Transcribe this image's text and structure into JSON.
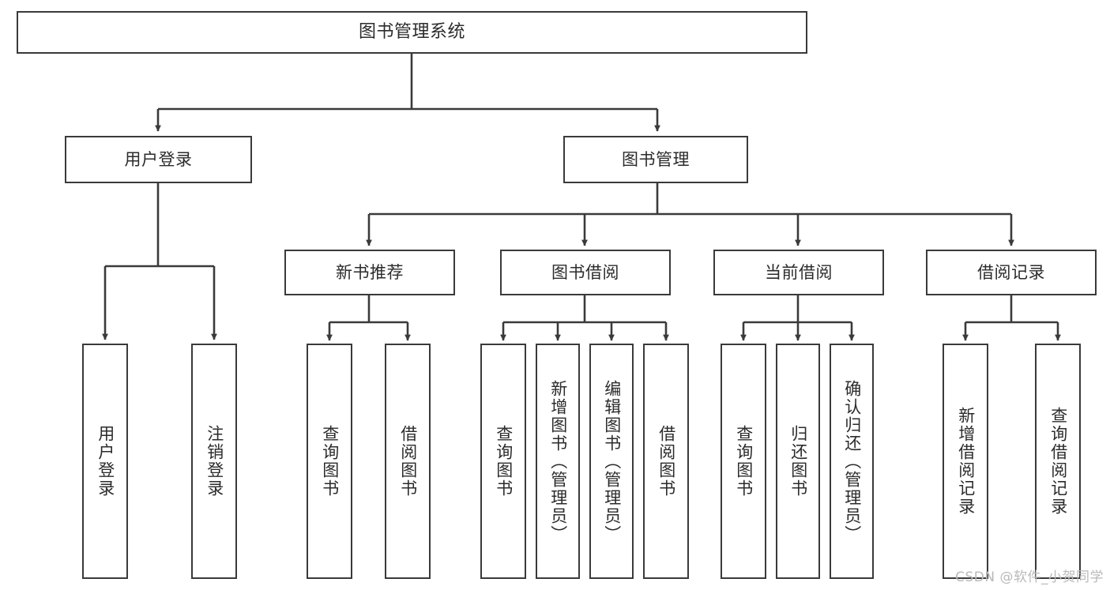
{
  "diagram": {
    "title": "图书管理系统",
    "type": "hierarchy-tree",
    "watermark": "CSDN @软件_小贺同学",
    "line_color": "#3a3a3a",
    "box_fill": "#ffffff",
    "text_color": "#2b2b2b",
    "watermark_color": "#b9b9b9"
  },
  "nodes": {
    "root": {
      "label": "图书管理系统"
    },
    "level1": [
      {
        "label": "用户登录"
      },
      {
        "label": "图书管理"
      }
    ],
    "level2": [
      {
        "label": "新书推荐"
      },
      {
        "label": "图书借阅"
      },
      {
        "label": "当前借阅"
      },
      {
        "label": "借阅记录"
      }
    ],
    "leaves_user_login": [
      {
        "label": "用户登录"
      },
      {
        "label": "注销登录"
      }
    ],
    "leaves_new_book": [
      {
        "label": "查询图书"
      },
      {
        "label": "借阅图书"
      }
    ],
    "leaves_borrow": [
      {
        "label": "查询图书"
      },
      {
        "label": "新增图书（管理员）"
      },
      {
        "label": "编辑图书（管理员）"
      },
      {
        "label": "借阅图书"
      }
    ],
    "leaves_current": [
      {
        "label": "查询图书"
      },
      {
        "label": "归还图书"
      },
      {
        "label": "确认归还（管理员）"
      }
    ],
    "leaves_records": [
      {
        "label": "新增借阅记录"
      },
      {
        "label": "查询借阅记录"
      }
    ]
  }
}
